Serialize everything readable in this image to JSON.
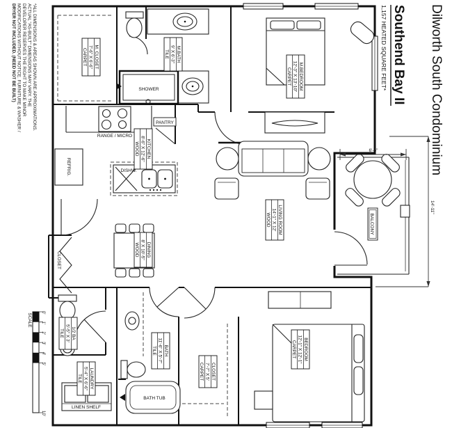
{
  "title_block": {
    "project": "Dilworth South Condominium",
    "unit": "Southend Bay II",
    "area": "1,157 HEATED SQUARE FEET*"
  },
  "disclaimer": {
    "line1": "*ALL DIMENSIONS & AREAS SHOWN ARE APPROXIMATIONS.",
    "line2": "ACTUAL \"AS-BUILT\" DIMENSIONS MAY VARY. THE",
    "line3": "DEVELOPER RESERVES THE RIGHT TO MAKE MINOR",
    "line4": "MODIFICATIONS WITHOUT NOTICE. FURNITURE & WASHER /",
    "line5": "DRYER NOT INCLUDED. (NEED NOT BE BUILT)"
  },
  "rooms": [
    {
      "name": "M. CLOSET",
      "dims": "7'-6\" X 6'-6\"",
      "floor": "CARPET"
    },
    {
      "name": "M.BATH",
      "dims": "9' X 6'-3\"",
      "floor": "TILE"
    },
    {
      "name": "KITCHEN",
      "dims": "8'-6\" X 12'-6\"",
      "floor": "WOOD"
    },
    {
      "name": "M.BEDROOM",
      "dims": "12'-3\" X 13'-10\"",
      "floor": "CARPET"
    },
    {
      "name": "LIVING ROOM",
      "dims": "14'-1\" X 12'",
      "floor": "WOOD"
    },
    {
      "name": "DINING",
      "dims": "8' X 10'-5\"",
      "floor": "WOOD"
    },
    {
      "name": "1/2 BA",
      "dims": "5'-5\" X 3'",
      "floor": "TILE"
    },
    {
      "name": "LAUNDRY",
      "dims": "5'-4\" X 6'-6\"",
      "floor": "TILE"
    },
    {
      "name": "BATH",
      "dims": "11'-6\" X 5'-7\"",
      "floor": "TILE"
    },
    {
      "name": "CLOSET",
      "dims": "7'-7\" X 5'",
      "floor": "CARPET"
    },
    {
      "name": "BEDROOM",
      "dims": "12'-1\" X 12'-1\"",
      "floor": "CARPET"
    }
  ],
  "fixtures": {
    "shower": "SHOWER",
    "range_micro": "RANGE / MICRO",
    "pantry": "PANTRY",
    "refrigerator": "REFRIG.",
    "dishwasher": "DISHW.",
    "balcony": "BALCONY",
    "entry_closet": "CLOSET",
    "linen_shelf": "LINEN SHELF",
    "bath_tub": "BATH TUB"
  },
  "dimensions": {
    "balcony_width": "6'-6\"",
    "right_side": "14'-11\""
  },
  "scale_bar": {
    "label": "SCALE",
    "ticks": [
      "0'",
      "1'",
      "2'",
      "3'",
      "4'",
      "5'",
      "10'"
    ]
  }
}
